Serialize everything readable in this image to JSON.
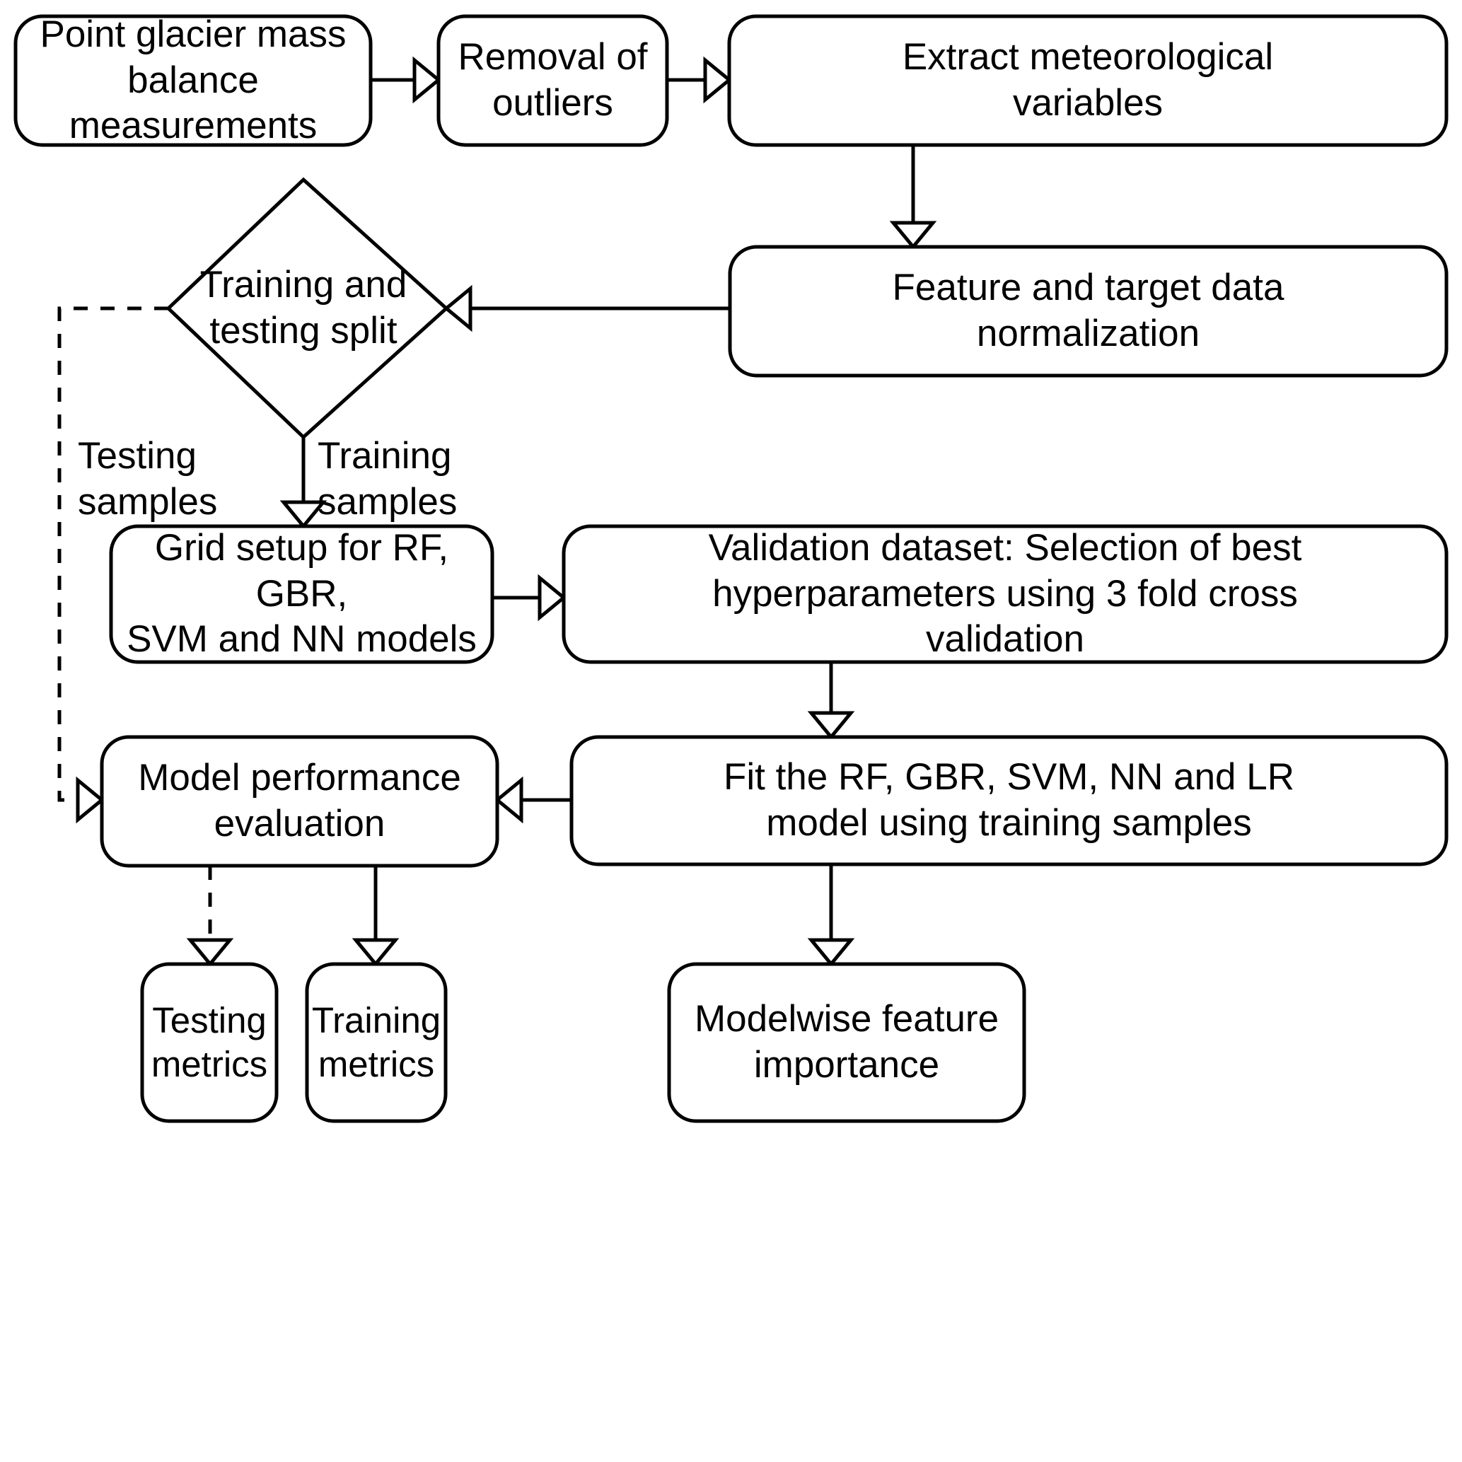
{
  "diagram": {
    "title": "Glacier mass balance machine learning workflow flowchart",
    "background_color": "#ffffff",
    "line_color": "#000000",
    "nodes": {
      "point_mass_balance": "Point glacier mass\nbalance measurements",
      "removal_outliers": "Removal of\noutliers",
      "extract_meteo": "Extract meteorological\nvariables",
      "normalization": "Feature and target data\nnormalization",
      "split": "Training and\ntesting split",
      "grid_setup": "Grid setup for RF, GBR,\nSVM and NN models",
      "validation": "Validation dataset: Selection of best\nhyperparameters using 3 fold cross\nvalidation",
      "fit_models": "Fit the RF, GBR, SVM, NN and LR\nmodel using training samples",
      "model_eval": "Model performance\nevaluation",
      "testing_metrics": "Testing\nmetrics",
      "training_metrics": "Training\nmetrics",
      "feature_importance": "Modelwise feature\nimportance"
    },
    "edge_labels": {
      "testing_samples": "Testing\nsamples",
      "training_samples": "Training\nsamples"
    }
  }
}
